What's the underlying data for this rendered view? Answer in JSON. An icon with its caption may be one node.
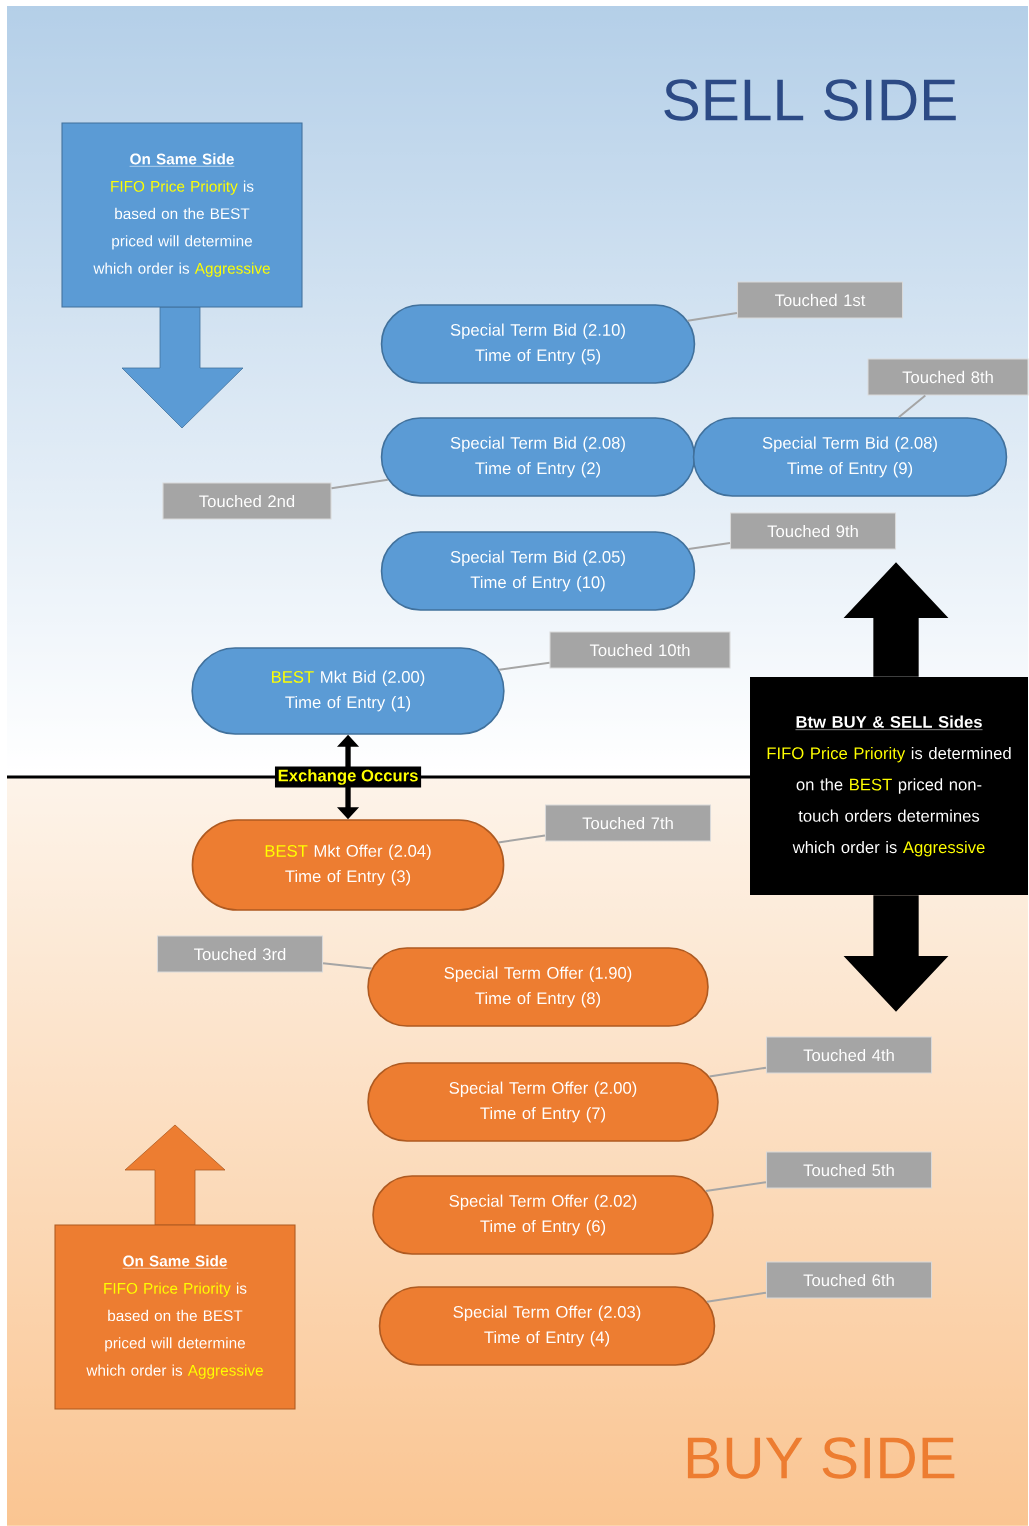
{
  "diagram": {
    "nodes": [
      {
        "text": [
          "On Same Side",
          "FIFO Price Priority",
          "is based on the BEST priced will determine which order is",
          "Aggressive"
        ]
      },
      {
        "text": [
          "Special Term Bid (2.10)",
          "Time of Entry (5)"
        ]
      },
      {
        "text": [
          "Touched 1st"
        ]
      },
      {
        "text": [
          "Touched 8th"
        ]
      },
      {
        "text": [
          "Special Term Bid (2.08)",
          "Time of Entry (2)"
        ]
      },
      {
        "text": [
          "Special Term Bid (2.08)",
          "Time of Entry (9)"
        ]
      },
      {
        "text": [
          "Touched 2nd"
        ]
      },
      {
        "text": [
          "Touched 9th"
        ]
      },
      {
        "text": [
          "Special Term Bid (2.05)",
          "Time of Entry (10)"
        ]
      },
      {
        "text": [
          "Touched 10th"
        ]
      },
      {
        "text": [
          "BEST",
          "Mkt Bid (2.00)",
          "Time of Entry (1)"
        ]
      },
      {
        "text": [
          "Btw BUY & SELL Sides",
          "FIFO Price Priority",
          "is determined on the",
          "BEST",
          "priced non-touch orders determines which order is",
          "Aggressive"
        ]
      },
      {
        "text": [
          "Touched 7th"
        ]
      },
      {
        "text": [
          "BEST",
          "Mkt Offer (2.04)",
          "Time of Entry (3)"
        ]
      },
      {
        "text": [
          "Touched 3rd"
        ]
      },
      {
        "text": [
          "Special Term Offer (1.90)",
          "Time of Entry (8)"
        ]
      },
      {
        "text": [
          "Touched 4th"
        ]
      },
      {
        "text": [
          "Special Term Offer (2.00)",
          "Time of Entry (7)"
        ]
      },
      {
        "text": [
          "Touched 5th"
        ]
      },
      {
        "text": [
          "Special Term Offer (2.02)",
          "Time of Entry (6)"
        ]
      },
      {
        "text": [
          "Touched 6th"
        ]
      },
      {
        "text": [
          "Special Term Offer (2.03)",
          "Time of Entry (4)"
        ]
      },
      {
        "text": [
          "On Same Side",
          "FIFO Price Priority",
          "is based on the BEST priced will determine which order is",
          "Aggressive"
        ]
      }
    ],
    "edges": [
      {
        "from": 2,
        "to": 1,
        "arrow": "none"
      },
      {
        "from": 3,
        "to": 5,
        "arrow": "none"
      },
      {
        "from": 6,
        "to": 4,
        "arrow": "none"
      },
      {
        "from": 7,
        "to": 8,
        "arrow": "none"
      },
      {
        "from": 9,
        "to": 10,
        "arrow": "none"
      },
      {
        "from": 10,
        "to": 13,
        "arrow": "both",
        "label": "Exchange Occurs",
        "style": "thick",
        "color": "#000000"
      },
      {
        "from": 12,
        "to": 13,
        "arrow": "none"
      },
      {
        "from": 14,
        "to": 15,
        "arrow": "none"
      },
      {
        "from": 16,
        "to": 17,
        "arrow": "none"
      },
      {
        "from": 18,
        "to": 19,
        "arrow": "none"
      },
      {
        "from": 20,
        "to": 21,
        "arrow": "none"
      },
      {
        "from": 11,
        "to": null,
        "arrow": "to",
        "style": "thick",
        "color": "#000000"
      },
      {
        "from": 11,
        "to": null,
        "arrow": "to",
        "style": "thick",
        "color": "#000000"
      }
    ],
    "labels": [
      "SELL SIDE",
      "BUY SIDE"
    ]
  }
}
